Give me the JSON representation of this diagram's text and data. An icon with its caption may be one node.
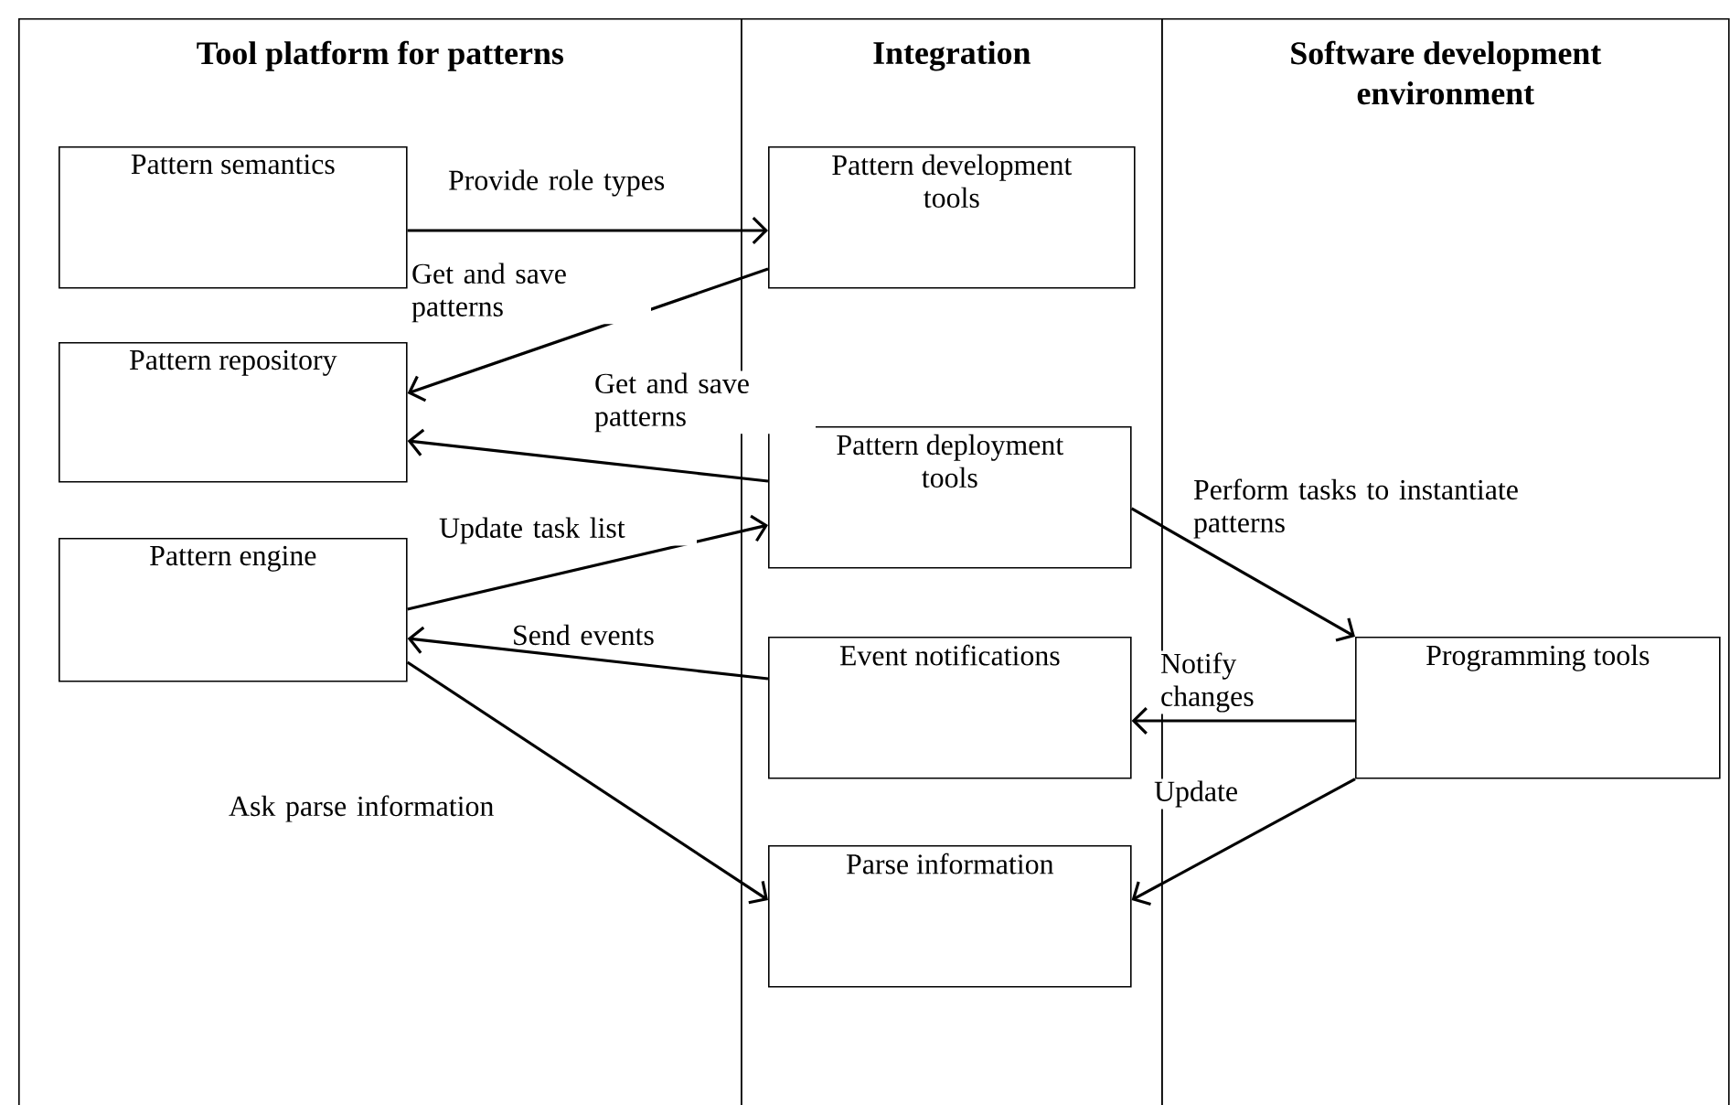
{
  "diagram": {
    "nodes": [
      {
        "text": [
          "Tool platform for patterns"
        ]
      },
      {
        "text": [
          "Integration"
        ]
      },
      {
        "text": [
          "Software development environment"
        ]
      },
      {
        "text": [
          "Pattern semantics"
        ],
        "in": 0
      },
      {
        "text": [
          "Pattern repository"
        ],
        "in": 0
      },
      {
        "text": [
          "Pattern engine"
        ],
        "in": 0
      },
      {
        "text": [
          "Pattern development tools"
        ],
        "in": 1
      },
      {
        "text": [
          "Pattern deployment tools"
        ],
        "in": 1
      },
      {
        "text": [
          "Event notifications"
        ],
        "in": 1
      },
      {
        "text": [
          "Parse information"
        ],
        "in": 1
      },
      {
        "text": [
          "Programming tools"
        ],
        "in": 2
      }
    ],
    "edges": [
      {
        "from": 3,
        "to": 6,
        "arrow": "to",
        "label": "Provide role types"
      },
      {
        "from": 6,
        "to": 4,
        "arrow": "to",
        "label": "Get and save patterns"
      },
      {
        "from": 7,
        "to": 4,
        "arrow": "to",
        "label": "Get and save patterns"
      },
      {
        "from": 5,
        "to": 7,
        "arrow": "to",
        "label": "Update task list"
      },
      {
        "from": 8,
        "to": 5,
        "arrow": "to",
        "label": "Send events"
      },
      {
        "from": 5,
        "to": 9,
        "arrow": "to",
        "label": "Ask parse information"
      },
      {
        "from": 7,
        "to": 10,
        "arrow": "to",
        "label": "Perform tasks to instantiate patterns"
      },
      {
        "from": 10,
        "to": 8,
        "arrow": "to",
        "label": "Notify changes"
      },
      {
        "from": 10,
        "to": 9,
        "arrow": "to",
        "label": "Update"
      }
    ]
  }
}
